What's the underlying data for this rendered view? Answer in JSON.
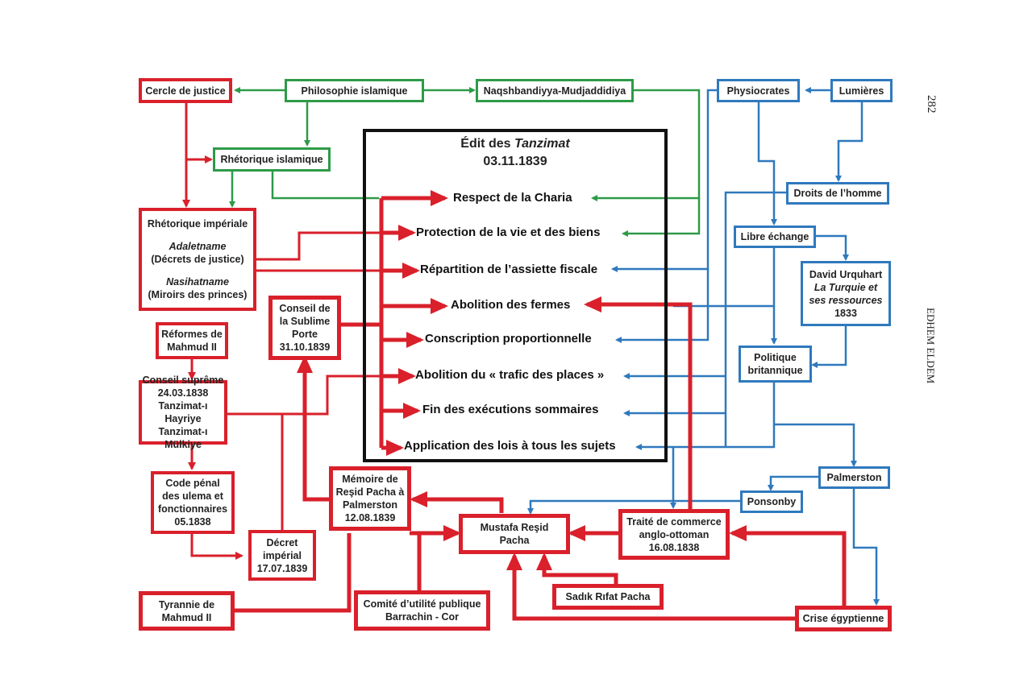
{
  "page": {
    "number": "282",
    "running_head": "EDHEM ELDEM"
  },
  "colors": {
    "red": "#d9202b",
    "green": "#2e9a48",
    "blue": "#2f79bd",
    "black": "#111111"
  },
  "edict": {
    "title_prefix": "Édit des ",
    "title_italic": "Tanzimat",
    "date": "03.11.1839",
    "clauses": [
      "Respect de la Charia",
      "Protection de la vie et des biens",
      "Répartition de l’assiette fiscale",
      "Abolition des fermes",
      "Conscription proportionnelle",
      "Abolition du « trafic des places »",
      "Fin des exécutions sommaires",
      "Application des lois à tous les sujets"
    ]
  },
  "nodes": {
    "cercle_justice": "Cercle de justice",
    "philosophie_islamique": "Philosophie islamique",
    "naqshbandiyya": "Naqshbandiyya-Mudjaddidiya",
    "rhetorique_islamique": "Rhétorique islamique",
    "rhetorique_imperiale": {
      "title": "Rhétorique impériale",
      "adaletname": "Adaletname",
      "adaletname_gloss": "(Décrets de justice)",
      "nasihatname": "Nasihatname",
      "nasihatname_gloss": "(Miroirs des princes)"
    },
    "conseil_sublime_porte": [
      "Conseil de",
      "la Sublime",
      "Porte",
      "31.10.1839"
    ],
    "reformes_mahmud": [
      "Réformes de",
      "Mahmud II"
    ],
    "conseil_supreme": [
      "Conseil suprême",
      "24.03.1838",
      "Tanzimat-ı Hayriye",
      "Tanzimat-ı Mülkiye"
    ],
    "code_penal": [
      "Code pénal",
      "des ulema et",
      "fonctionnaires",
      "05.1838"
    ],
    "decret_imperial": [
      "Décret",
      "impérial",
      "17.07.1839"
    ],
    "memoire_reshid": [
      "Mémoire de",
      "Reşid Pacha à",
      "Palmerston",
      "12.08.1839"
    ],
    "mustafa_reshid": [
      "Mustafa Reşid",
      "Pacha"
    ],
    "traite_commerce": [
      "Traité de commerce",
      "anglo-ottoman",
      "16.08.1838"
    ],
    "tyrannie_mahmud": [
      "Tyrannie de",
      "Mahmud II"
    ],
    "comite_utilite": [
      "Comité d’utilité publique",
      "Barrachin - Cor"
    ],
    "sadik_rifat": "Sadık Rıfat Pacha",
    "crise_egyptienne": "Crise égyptienne",
    "physiocrates": "Physiocrates",
    "lumieres": "Lumières",
    "droits_homme": "Droits de l’homme",
    "libre_echange": "Libre échange",
    "david_urquhart": {
      "name": "David Urquhart",
      "book_line1": "La Turquie  et",
      "book_line2": "ses ressources",
      "year": "1833"
    },
    "politique_britannique": [
      "Politique",
      "britannique"
    ],
    "palmerston": "Palmerston",
    "ponsonby": "Ponsonby"
  }
}
